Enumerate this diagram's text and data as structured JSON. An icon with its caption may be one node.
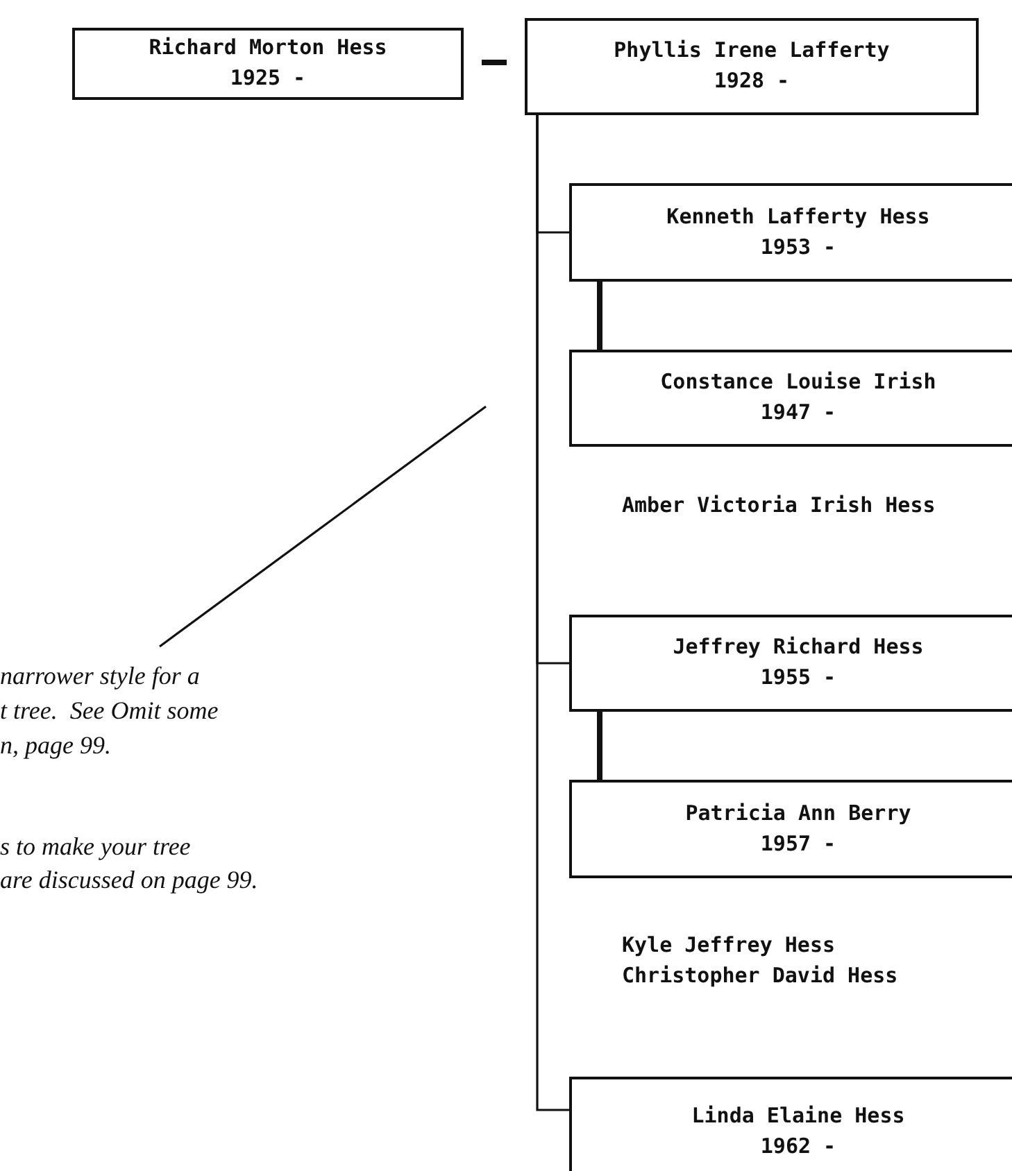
{
  "diagram": {
    "nodes": [
      {
        "text": [
          "Richard Morton Hess",
          "1925 -"
        ]
      },
      {
        "text": [
          "Phyllis Irene Lafferty",
          "1928 -"
        ]
      },
      {
        "text": [
          "Kenneth Lafferty Hess",
          "1953 -"
        ]
      },
      {
        "text": [
          "Constance Louise Irish",
          "1947 -"
        ]
      },
      {
        "text": [
          "narrower style for a",
          "t tree.  See Omit some",
          "n, page 99."
        ]
      },
      {
        "text": [
          "Jeffrey Richard Hess",
          "1955 -"
        ]
      },
      {
        "text": [
          "Patricia Ann Berry",
          "1957 -"
        ]
      },
      {
        "text": [
          "Linda Elaine Hess",
          "1962 -"
        ]
      }
    ],
    "edges": [
      {
        "from": 0,
        "to": 1,
        "arrow": "none",
        "style": "thick"
      },
      {
        "from": 1,
        "to": 2,
        "arrow": "none"
      },
      {
        "from": 2,
        "to": 3,
        "arrow": "none",
        "style": "thick"
      },
      {
        "from": 4,
        "to": null,
        "arrow": "none"
      },
      {
        "from": 1,
        "to": 5,
        "arrow": "none"
      },
      {
        "from": 5,
        "to": 6,
        "arrow": "none",
        "style": "thick"
      },
      {
        "from": 1,
        "to": 7,
        "arrow": "none"
      }
    ],
    "labels": [
      "Amber Victoria Irish Hess",
      "s to make your tree",
      "are discussed on page 99.",
      "Kyle Jeffrey Hess",
      "Christopher David Hess"
    ]
  }
}
